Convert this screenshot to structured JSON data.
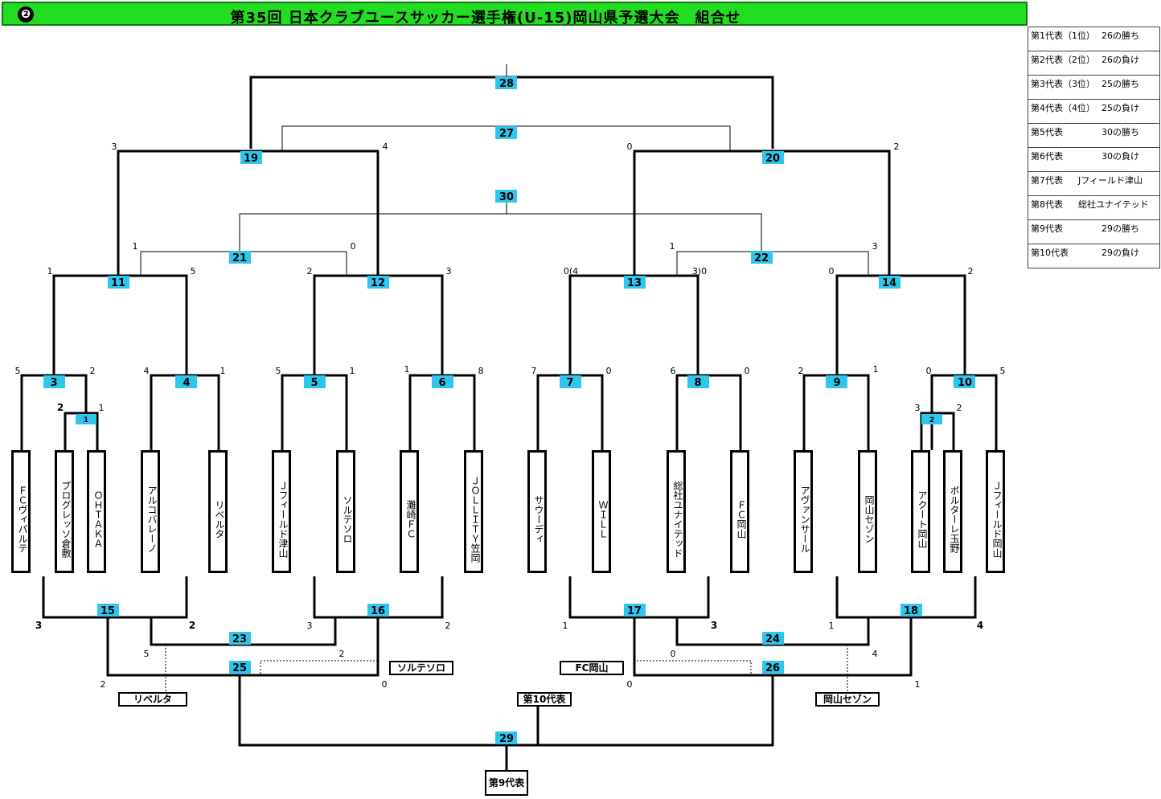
{
  "header": {
    "number": "❷",
    "title": "第35回 日本クラブユースサッカー選手権(U-15)岡山県予選大会　組合せ"
  },
  "legend": [
    {
      "k": "第1代表（1位）",
      "v": "26の勝ち"
    },
    {
      "k": "第2代表（2位）",
      "v": "26の負け"
    },
    {
      "k": "第3代表（3位）",
      "v": "25の勝ち"
    },
    {
      "k": "第4代表（4位）",
      "v": "25の負け"
    },
    {
      "k": "第5代表",
      "v": "30の勝ち"
    },
    {
      "k": "第6代表",
      "v": "30の負け"
    },
    {
      "k": "第7代表",
      "v": "Jフィールド津山"
    },
    {
      "k": "第8代表",
      "v": "総社ユナイテッド"
    },
    {
      "k": "第9代表",
      "v": "29の勝ち"
    },
    {
      "k": "第10代表",
      "v": "29の負け"
    }
  ],
  "teams": [
    {
      "name": "ＦＣヴィパルテ"
    },
    {
      "name": "プログレッソ倉敷"
    },
    {
      "name": "ＯＨＴＡＫＡ"
    },
    {
      "name": "アルコバレーノ"
    },
    {
      "name": "リベルタ"
    },
    {
      "name": "Ｊフィールド津山"
    },
    {
      "name": "ソルテソロ"
    },
    {
      "name": "灘崎ＦＣ"
    },
    {
      "name": "ＪＯＬＬＩＴＹ笠岡"
    },
    {
      "name": "サウーディ"
    },
    {
      "name": "ＷＩＬＬ"
    },
    {
      "name": "総社ユナイテッド"
    },
    {
      "name": "ＦＣ岡山"
    },
    {
      "name": "アヴァンサール"
    },
    {
      "name": "岡山セゾン"
    },
    {
      "name": "アクート岡山"
    },
    {
      "name": "ポルターレ玉野"
    },
    {
      "name": "Ｊフィールド岡山"
    }
  ],
  "matches": [
    "1",
    "2",
    "3",
    "4",
    "5",
    "6",
    "7",
    "8",
    "9",
    "10",
    "11",
    "12",
    "13",
    "14",
    "15",
    "16",
    "17",
    "18",
    "19",
    "20",
    "21",
    "22",
    "23",
    "24",
    "25",
    "26",
    "27",
    "28",
    "29",
    "30"
  ],
  "scores": {
    "m1": [
      "2",
      "1"
    ],
    "m2": [
      "3",
      "2"
    ],
    "m3": [
      "5",
      "2"
    ],
    "m4": [
      "4",
      "1"
    ],
    "m5": [
      "5",
      "1"
    ],
    "m6": [
      "1",
      "8"
    ],
    "m7": [
      "7",
      "0"
    ],
    "m8": [
      "6",
      "0"
    ],
    "m9": [
      "2",
      "1"
    ],
    "m10": [
      "0",
      "5"
    ],
    "m11": [
      "1",
      "5"
    ],
    "m12": [
      "2",
      "3"
    ],
    "m13": [
      "0(4",
      "3)0"
    ],
    "m14": [
      "0",
      "2"
    ],
    "m19": [
      "3",
      "4"
    ],
    "m20": [
      "0",
      "2"
    ],
    "m21": [
      "1",
      "0"
    ],
    "m22": [
      "1",
      "3"
    ],
    "m15": [
      "3",
      "2"
    ],
    "m16": [
      "3",
      "2"
    ],
    "m17": [
      "1",
      "3"
    ],
    "m18": [
      "1",
      "4"
    ],
    "m23": [
      "5",
      "2"
    ],
    "m24": [
      "0",
      "4"
    ],
    "m25": [
      "2",
      "0"
    ],
    "m26": [
      "0",
      "1"
    ]
  },
  "result_boxes": {
    "liberta": "リベルタ",
    "sorteso": "ソルテソロ",
    "fcokayama": "FC岡山",
    "dai10": "第10代表",
    "okayamasaison": "岡山セゾン",
    "dai9": "第9代表"
  }
}
